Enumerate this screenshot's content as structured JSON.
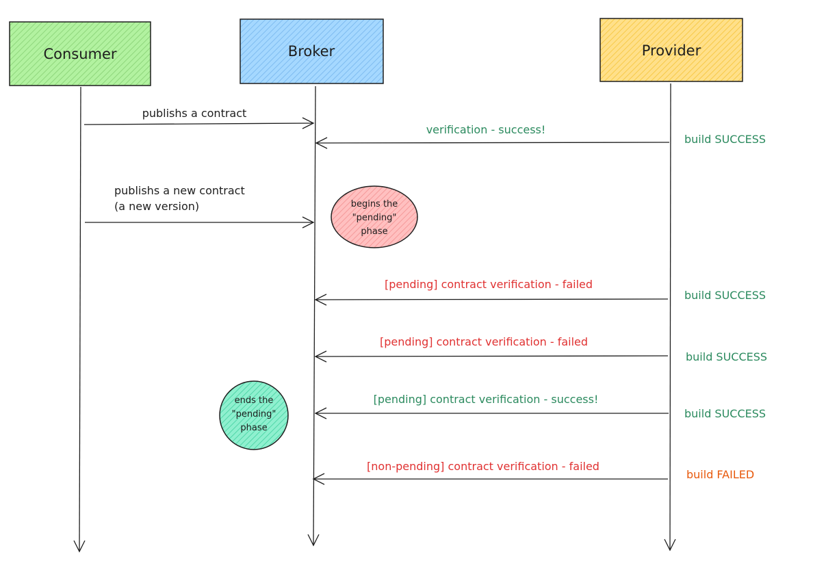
{
  "actors": {
    "consumer": {
      "label": "Consumer",
      "color": "#b2f2a0",
      "stroke": "#2f9e44"
    },
    "broker": {
      "label": "Broker",
      "color": "#a5d8ff",
      "stroke": "#1971c2"
    },
    "provider": {
      "label": "Provider",
      "color": "#ffd970",
      "stroke": "#f08c00"
    }
  },
  "messages": [
    {
      "id": "m1",
      "label": "publishs a contract",
      "color": "#1e1e1e"
    },
    {
      "id": "m2",
      "label": "verification - success!",
      "color": "#2b8a5e"
    },
    {
      "id": "m3",
      "label_lines": [
        "publishs a new contract",
        "(a new version)"
      ],
      "color": "#1e1e1e"
    },
    {
      "id": "m4",
      "label": "[pending] contract verification - failed",
      "color": "#e03131"
    },
    {
      "id": "m5",
      "label": "[pending] contract verification - failed",
      "color": "#e03131"
    },
    {
      "id": "m6",
      "label": "[pending] contract verification - success!",
      "color": "#2b8a5e"
    },
    {
      "id": "m7",
      "label": "[non-pending] contract verification - failed",
      "color": "#e03131"
    }
  ],
  "notes": {
    "begins": {
      "lines": [
        "begins the",
        "\"pending\"",
        "phase"
      ],
      "fill": "#ffa8a8",
      "stroke": "#c92a2a"
    },
    "ends": {
      "lines": [
        "ends the",
        "\"pending\"",
        "phase"
      ],
      "fill": "#63e6be",
      "stroke": "#099268"
    }
  },
  "build_status": [
    {
      "label": "build SUCCESS",
      "color": "#2b8a5e"
    },
    {
      "label": "build SUCCESS",
      "color": "#2b8a5e"
    },
    {
      "label": "build SUCCESS",
      "color": "#2b8a5e"
    },
    {
      "label": "build SUCCESS",
      "color": "#2b8a5e"
    },
    {
      "label": "build FAILED",
      "color": "#e8590c"
    }
  ]
}
